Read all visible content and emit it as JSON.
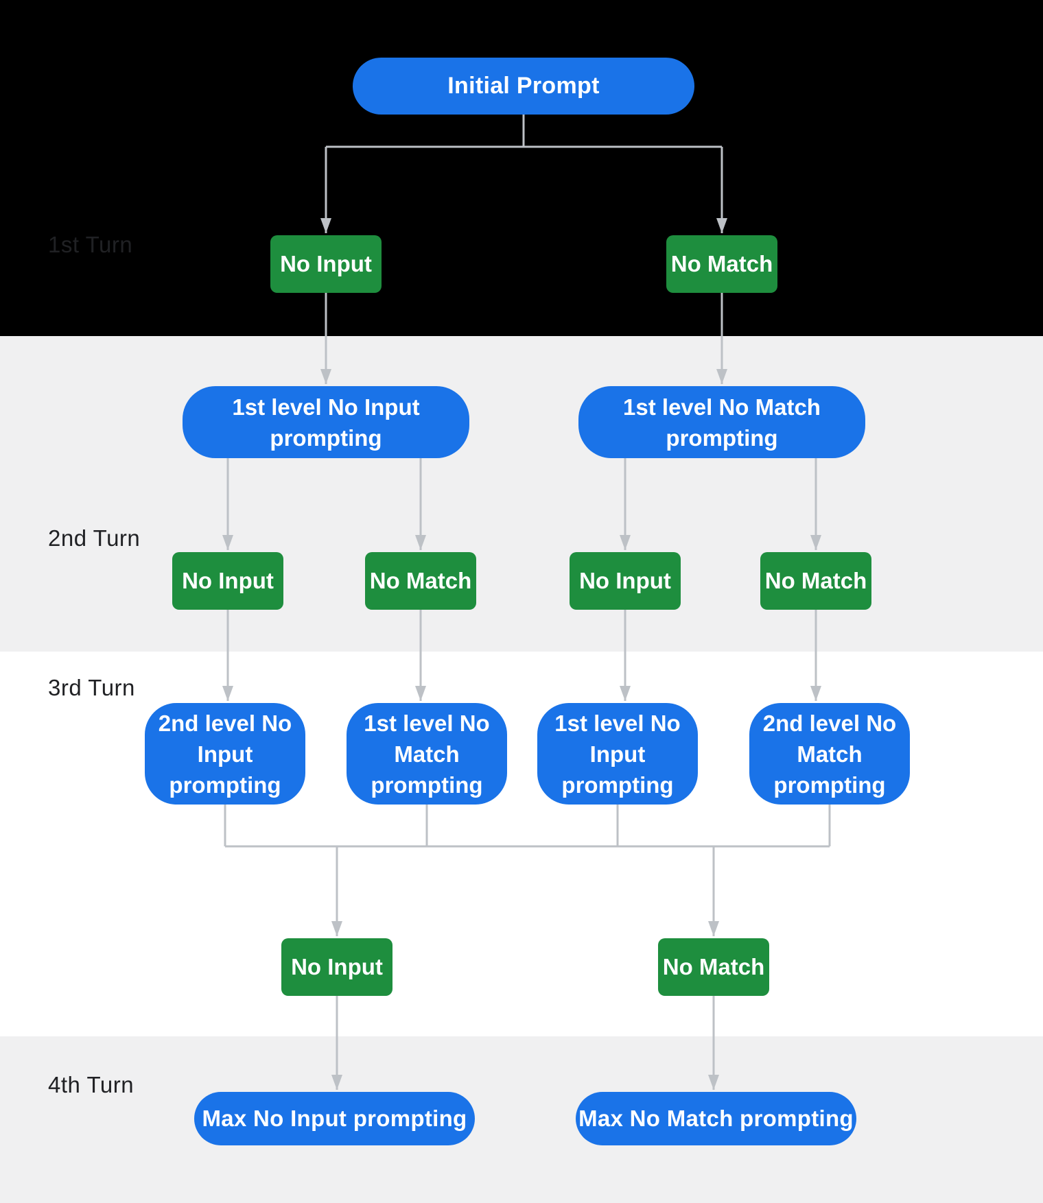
{
  "colors": {
    "node_blue": "#1a73e8",
    "node_green": "#1e8e3e",
    "connector_gray": "#bdc1c6",
    "section_black": "#000000",
    "section_gray": "#f0f0f1",
    "section_white": "#ffffff",
    "turn_label_text": "#202124",
    "node_text": "#ffffff"
  },
  "turns": [
    {
      "label": "1st Turn"
    },
    {
      "label": "2nd Turn"
    },
    {
      "label": "3rd Turn"
    },
    {
      "label": "4th Turn"
    }
  ],
  "nodes": {
    "initial_prompt": "Initial Prompt",
    "turn1_events": [
      "No Input",
      "No Match"
    ],
    "turn2_prompts": [
      "1st level No Input prompting",
      "1st level No Match prompting"
    ],
    "turn2_events": [
      "No Input",
      "No Match",
      "No Input",
      "No Match"
    ],
    "turn3_prompts": [
      "2nd level No Input prompting",
      "1st level No Match prompting",
      "1st level No Input prompting",
      "2nd level No Match prompting"
    ],
    "turn3_events": [
      "No Input",
      "No Match"
    ],
    "turn4_prompts": [
      "Max No Input prompting",
      "Max No Match prompting"
    ]
  }
}
